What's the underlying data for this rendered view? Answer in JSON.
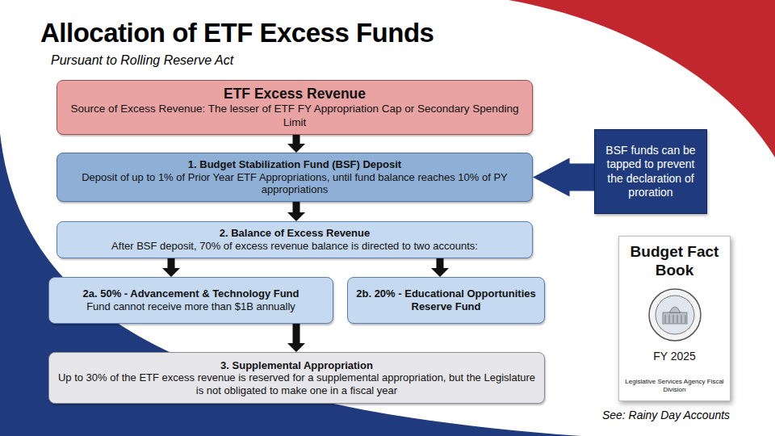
{
  "diagram": {
    "title": "Allocation of ETF Excess Funds",
    "nodes": [
      {
        "text": [
          "ETF Excess Revenue",
          "Source of Excess Revenue: The lesser of ETF FY Appropriation Cap or Secondary Spending Limit"
        ]
      },
      {
        "text": [
          "1. Budget Stabilization Fund (BSF) Deposit",
          "Deposit of up to 1% of Prior Year ETF Appropriations, until fund balance reaches 10% of PY appropriations"
        ]
      },
      {
        "text": [
          "2. Balance of Excess Revenue",
          "After BSF deposit, 70% of excess revenue balance is directed to two accounts:"
        ]
      },
      {
        "text": [
          "2a. 50% - Advancement & Technology Fund",
          "Fund cannot receive more than $1B annually"
        ]
      },
      {
        "text": [
          "2b. 20% - Educational Opportunities Reserve Fund"
        ]
      },
      {
        "text": [
          "3. Supplemental Appropriation",
          "Up to 30% of the ETF excess revenue is reserved for a supplemental appropriation, but the Legislature is not obligated to make one in a fiscal year"
        ]
      },
      {
        "text": [
          "BSF funds can be tapped to prevent the declaration of proration"
        ]
      },
      {
        "text": [
          "Budget Fact Book",
          "FY 2025",
          "Legislative Services Agency Fiscal Division"
        ]
      }
    ],
    "edges": [
      {
        "from": 0,
        "to": 1,
        "arrow": "to"
      },
      {
        "from": 1,
        "to": 2,
        "arrow": "to"
      },
      {
        "from": 2,
        "to": 3,
        "arrow": "to"
      },
      {
        "from": 2,
        "to": 4,
        "arrow": "to"
      },
      {
        "from": 3,
        "to": 5,
        "arrow": "to"
      },
      {
        "from": 6,
        "to": 1,
        "arrow": "to"
      }
    ],
    "labels": [
      "Pursuant to Rolling Reserve Act",
      "See: Rainy Day Accounts"
    ]
  }
}
